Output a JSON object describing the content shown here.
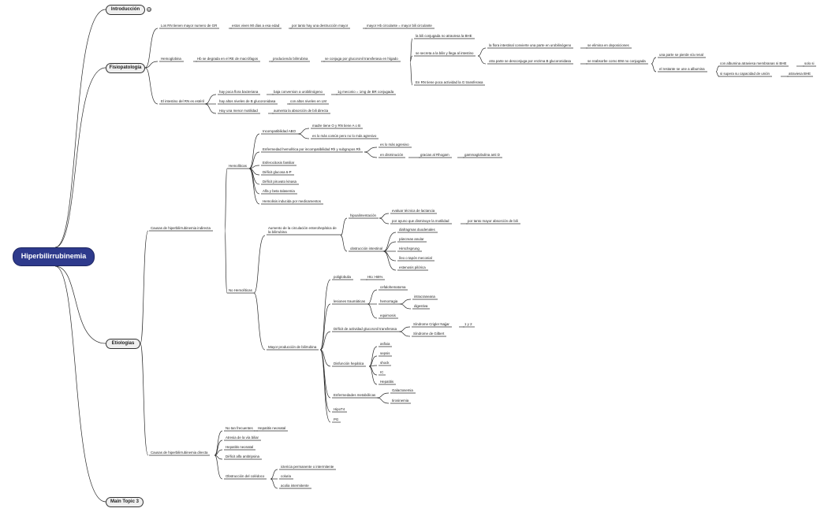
{
  "root": {
    "label": "Hiperbilirrubinemia"
  },
  "topics": {
    "intro": "Introducción",
    "intro_badge": "⊖",
    "fisio": "Fisiopatología",
    "etio": "Etiologias",
    "main3": "Main Topic 3"
  },
  "fisio": {
    "rn_mayor": "Los RN tienen mayor numero de GR",
    "rn_viven": "estos viven 90 dias a esa edad",
    "rn_destruccion": "por tanto hay una destrucción mayor",
    "rn_bili_circ": "mayor Hb circulante = mayor bili circulante",
    "hemoglobina": "Hemoglobina",
    "hb_degrada": "Hb se degrada en el RE de macrófagos",
    "produciendo": "produciendo bilirrubina",
    "conjuga": "se conjuga por glucoronil transferasa en hígado",
    "bili_conj": "la bili conjugada no atraviesa la BHE",
    "secreta": "se secreta a la bilis y llega al intestino",
    "flora_convierte": "la flora intestinal convierte una parte en urobilinógeno",
    "elimina": "se elimina en deposiciones",
    "otra_parte": "otra parte se desconjuga por enzima B glucoronidasa",
    "reabsorbe": "se reabsorbe como BNI no conjugada",
    "pierde_renal": "una parte se pierde vía renal",
    "restante_albumina": "el restante se une a albumina",
    "con_albumina": "con albumina atraviesa membranas ni BHE",
    "solo_si": "solo si",
    "supera": "si supera su capacidad de unión",
    "atraviesa": "atraviesa BHE",
    "rn_poca": "En RN tiene poca actividad la G transferasa",
    "intestino_rn": "El intestino del RN es estéril",
    "poca_flora": "hay poca flora bacteriana",
    "baja_conversion": "baja conversion a urobilinógeno",
    "meconio": "1g meconio = 1mg de BR conjugada",
    "altos_niveles": "hay altos niveles de B glucoronidasa",
    "altos_lm": "con altos niveles en LM",
    "menor_motilidad": "Hay una menor motilidad",
    "aumenta_absorcion": "aumenta la absorción de bili directa"
  },
  "etio": {
    "indirecta": "Causas de hiperbilirrubinemia indirecta",
    "hemoliticas": "Hemolíticas",
    "abo": "Incompatibilidad ABO",
    "madre_o": "madre tiene O y RN tiene A o B",
    "mas_comun": "es lo más común pero no lo más agresivo",
    "rh": "Enfermedad hemolítica por incompatibilidad Rh y subgrupos Rh",
    "rh_agresivo": "es lo más agresivo",
    "disminucion": "en disminución",
    "rhogam": "gracias al Rhogam",
    "gamma": "gammaglobulina anti D",
    "esferocitosis": "Esferocitosis familiar",
    "g6p": "Déficit glucosa 6-P",
    "piruvato": "Déficit piruvato kinasa",
    "talasemia": "Alfa y beta talasemia",
    "medicamentos": "Hemolisis inducida por medicamentos",
    "no_hemoliticas": "No Hemolíticas",
    "aumento_circ": "Aumento de la circulación enterohepática de la bilirrubina",
    "hipoalim": "hipoalimentación",
    "tecnica": "evaluar técnica de lactancia",
    "ayuno": "por ayuno que disminuye la motilidad",
    "mayor_absorcion": "por tanto mayor absorción de bili",
    "obstruccion_int": "obstrucción intestinal",
    "diafragmas": "diafragmas duodenales",
    "pancreas": "páncreas anular",
    "hirsch": "Hirschsprung",
    "ileo": "íleo o tapón meconial",
    "estenosis": "estenosis pilórica",
    "mayor_prod": "Mayor producción de bilirrubina",
    "poliglobulia": "poliglobulia",
    "hto": "Hto >65%",
    "lesiones": "lesiones traumáticas",
    "cefalo": "cefalohematoma",
    "hemorragia": "hemorragia",
    "intracraneana": "intracraneana",
    "digestiva": "digestiva",
    "equimosis": "equimosis",
    "deficit_gt": "Déficit de actividad glucoronil transferasa",
    "crigler": "Síndrome Crigler Najjar",
    "crigler_tipos": "1 y 2",
    "gilbert": "Síndrome de Gilbert",
    "disf_hep": "Disfunción hepática",
    "asfixia": "asfixia",
    "sepsis": "sepsis",
    "shock": "shock",
    "ic": "IC",
    "hepatitis": "Hepatitis",
    "metabolicas": "Enfermedades metabólicas",
    "galacto": "Galactosemia",
    "tirosinemia": "tirosinemia",
    "hipot4": "HipoT4",
    "pg": "PG",
    "directa": "Causas de hiperbilirrubinemia directa",
    "no_frecuentes": "No tan frecuentes",
    "hep_neonatal": "Hepatitis neonatal",
    "atresia": "Atresia de la vía biliar",
    "hep_neonatal2": "Hepatitis neonatal",
    "alfa1": "Déficit alfa antitripsina",
    "coledoco": "Obstrucción del colédoco",
    "ictericia": "ictericia permanente o intermitente",
    "coluria": "coluria",
    "acolia": "acolia intermitente"
  }
}
